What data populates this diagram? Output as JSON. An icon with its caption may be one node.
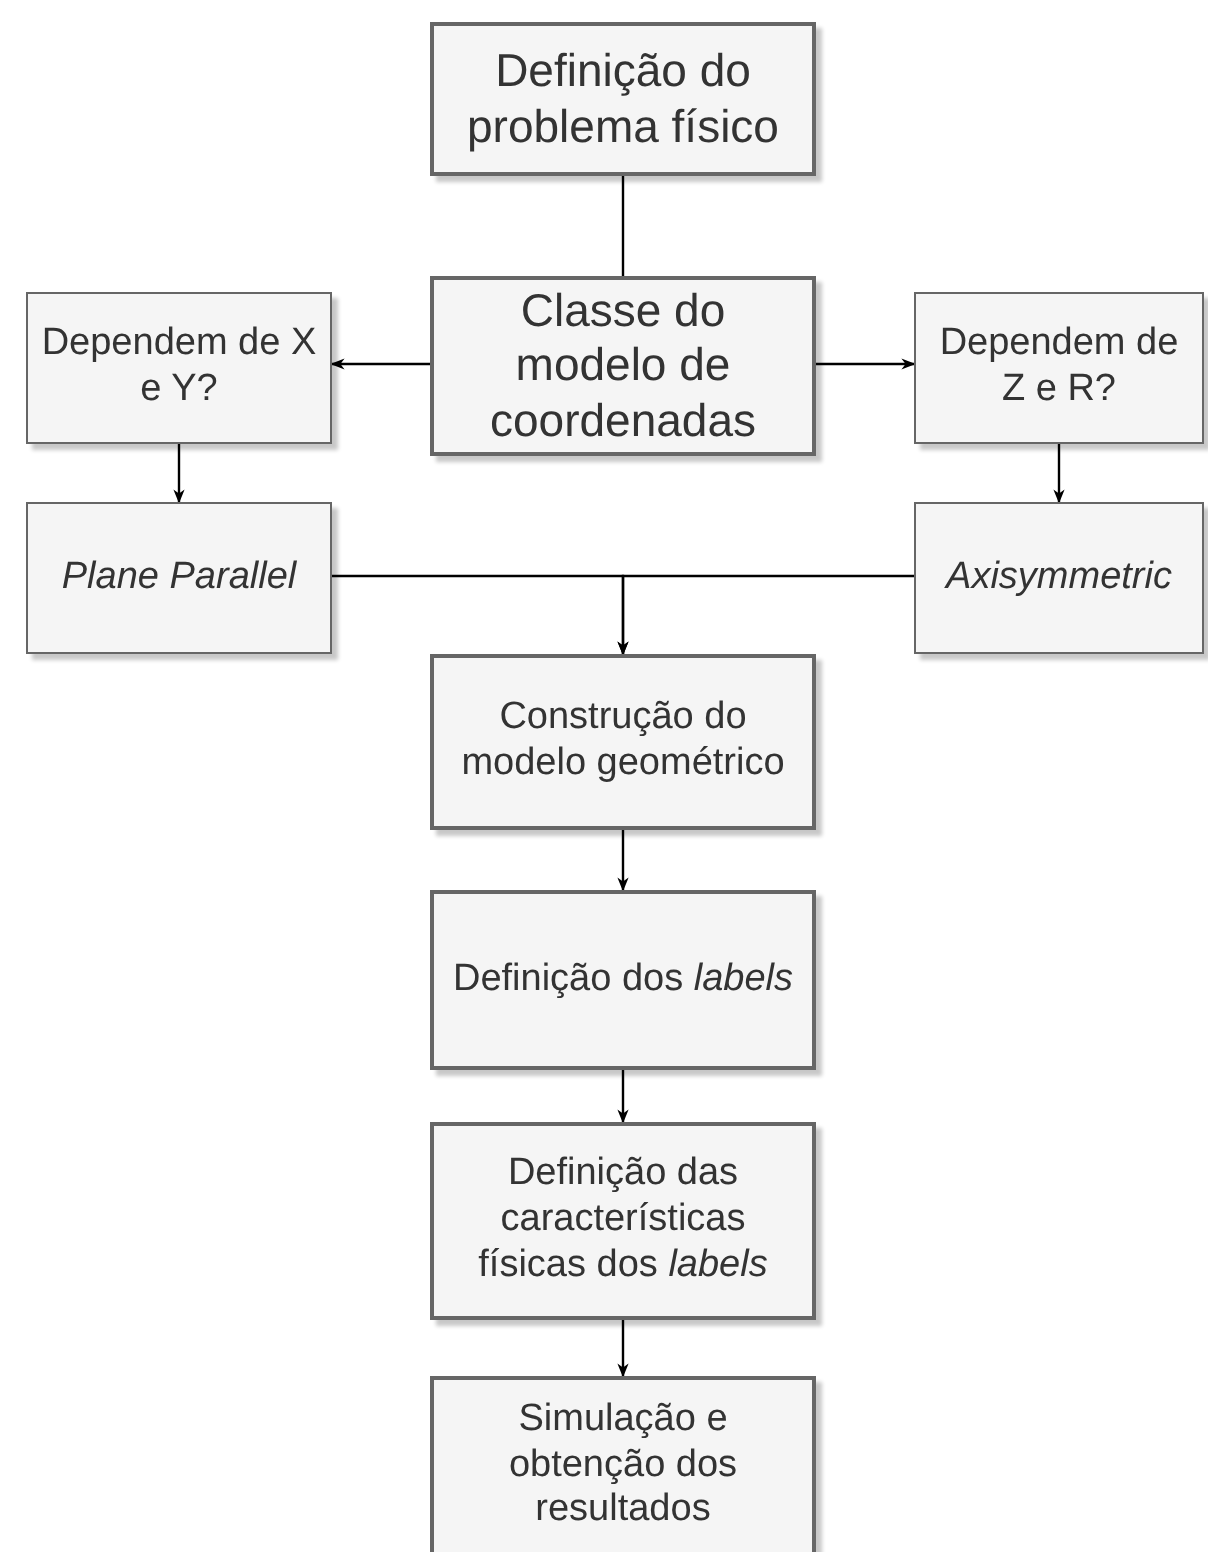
{
  "diagram": {
    "nodes": [
      {
        "text": [
          "Definição do problema físico"
        ]
      },
      {
        "text": [
          "Classe do modelo de coordenadas"
        ]
      },
      {
        "text": [
          "Dependem de X e Y?"
        ]
      },
      {
        "text": [
          "Dependem de Z e R?"
        ]
      },
      {
        "text": [
          "*Plane Parallel*"
        ]
      },
      {
        "text": [
          "*Axisymmetric*"
        ]
      },
      {
        "text": [
          "Construção do modelo geométrico"
        ]
      },
      {
        "text": [
          "Definição dos *labels*"
        ]
      },
      {
        "text": [
          "Definição das características físicas dos *labels*"
        ]
      },
      {
        "text": [
          "Simulação e obtenção dos resultados"
        ]
      }
    ],
    "edges": [
      {
        "from": 0,
        "to": 1,
        "arrow": "none"
      },
      {
        "from": 1,
        "to": 2,
        "arrow": "to"
      },
      {
        "from": 1,
        "to": 3,
        "arrow": "to"
      },
      {
        "from": 2,
        "to": 4,
        "arrow": "to"
      },
      {
        "from": 3,
        "to": 5,
        "arrow": "to"
      },
      {
        "from": 4,
        "to": 6,
        "arrow": "to"
      },
      {
        "from": 5,
        "to": 6,
        "arrow": "to"
      },
      {
        "from": 6,
        "to": 7,
        "arrow": "to"
      },
      {
        "from": 7,
        "to": 8,
        "arrow": "to"
      },
      {
        "from": 8,
        "to": 9,
        "arrow": "to"
      }
    ]
  }
}
